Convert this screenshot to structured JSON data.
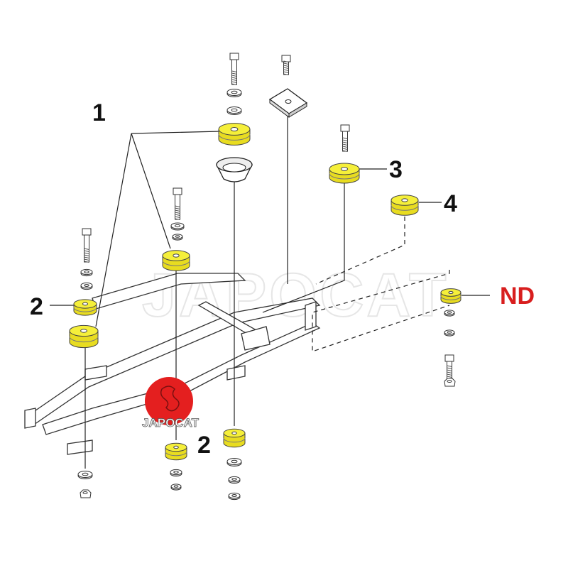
{
  "diagram": {
    "callouts": [
      {
        "id": "callout-1",
        "text": "1"
      },
      {
        "id": "callout-2-left",
        "text": "2"
      },
      {
        "id": "callout-2-bottom",
        "text": "2"
      },
      {
        "id": "callout-3",
        "text": "3"
      },
      {
        "id": "callout-4",
        "text": "4"
      },
      {
        "id": "callout-nd",
        "text": "ND"
      }
    ],
    "watermark": "JAPOCAT",
    "logo_text": "JAPOCAT",
    "colors": {
      "bushing": "#f5ef3a",
      "nd_label": "#d81e1e",
      "logo": "#e41f1f"
    }
  }
}
